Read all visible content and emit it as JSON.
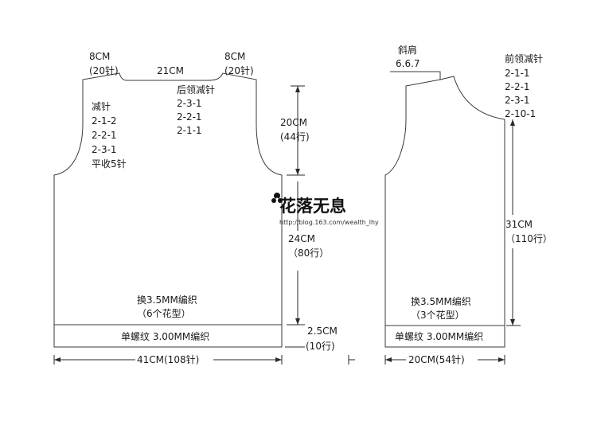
{
  "back": {
    "shoulder_left": {
      "width": "8CM",
      "stitches": "(20针)"
    },
    "neck_width": "21CM",
    "shoulder_right": {
      "width": "8CM",
      "stitches": "(20针)"
    },
    "back_neck": {
      "title": "后领减针",
      "steps": [
        "2-3-1",
        "2-2-1",
        "2-1-1"
      ]
    },
    "armhole": {
      "title": "减针",
      "steps": [
        "2-1-2",
        "2-2-1",
        "2-3-1"
      ],
      "bind_off": "平收5针"
    },
    "armhole_height": {
      "cm": "20CM",
      "rows": "(44行)"
    },
    "body_height": {
      "cm": "24CM",
      "rows": "（80行）"
    },
    "rib_height": {
      "cm": "2.5CM",
      "rows": "(10行)"
    },
    "needle_change": {
      "text": "换3.5MM编织",
      "pattern": "（6个花型）"
    },
    "rib_label": "单螺纹 3.00MM编织",
    "total_width": "41CM(108针)"
  },
  "front": {
    "shoulder_slope": {
      "title": "斜肩",
      "steps": "6.6.7"
    },
    "front_neck": {
      "title": "前领减针",
      "steps": [
        "2-1-1",
        "2-2-1",
        "2-3-1",
        "2-10-1"
      ]
    },
    "height": {
      "cm": "31CM",
      "rows": "（110行）"
    },
    "needle_change": {
      "text": "换3.5MM编织",
      "pattern": "（3个花型）"
    },
    "rib_label": "单螺纹 3.00MM编织",
    "width": "20CM(54针)"
  },
  "watermark": {
    "name": "花落无息",
    "url": "http://blog.163.com/wealth_lhy"
  }
}
